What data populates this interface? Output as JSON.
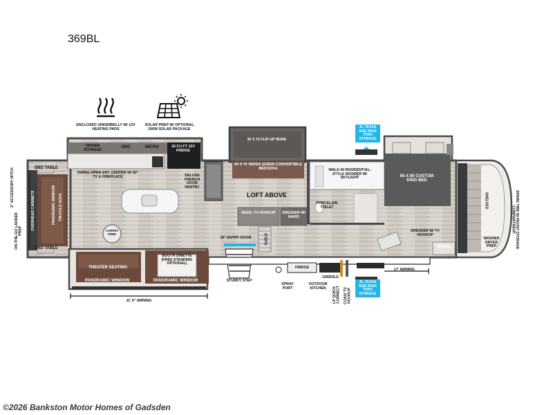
{
  "model": "369BL",
  "copyright": "©2026 Bankston Motor Homes of Gadsden",
  "features": {
    "heating": "ENCLOSED UNDERBELLY W/ 12V HEATING PADS",
    "solar": "SOLAR PREP W/ OPTIONAL 200W SOLAR PACKAGE"
  },
  "icons": {
    "heating": "heat-waves-icon",
    "solar": "solar-panel-icon"
  },
  "labels": {
    "hidden_storage": "HIDDEN STORAGE",
    "ohc": "OHC",
    "micro": "MICRO",
    "fridge16": "16 CU FT 12V FRIDGE",
    "swing_open": "SWING-OPEN ENT. CENTER W/ 50\" TV & FIREPLACE",
    "end_table_top": "END TABLE",
    "end_table_bottom": "END TABLE",
    "panoramic_window_left": "PANORAMIC WINDOW",
    "tri_fold_sofa": "TRI-FOLD SOFA",
    "overhead_cabinets": "OVERHEAD CABINETS",
    "accessory_hitch": "2\" ACCESSORY HITCH",
    "on_the_go": "ON-THE-GO LADDER PREP",
    "carpet_free": "CARPET FREE",
    "theater_seating": "THEATER SEATING",
    "panoramic_window_bottom1": "PANORAMIC WINDOW",
    "panoramic_window_bottom2": "PANORAMIC WINDOW",
    "booth_dinette": "BOOTH DINETTE (FREE STANDING OPTIONAL)",
    "awning_left": "11' 6\" AWNING",
    "deluxe_pantry": "DELUXE FRENCH DOOR PANTRY",
    "flip_up_bunk": "30 X 74 FLIP-UP BUNK",
    "versa_queen": "60 X 74 VERSA QUEEN CONVERTIBLE BED/SOFA",
    "loft_above": "LOFT ABOVE",
    "desk": "DESK, TV HOOKUP",
    "dresser_ward": "DRESSER W/ WARD",
    "steps": "STEPS",
    "entry_door": "30\" ENTRY DOOR",
    "sturdy_step": "STURDY STEP",
    "fridge_outdoor": "FRIDGE",
    "spray_port": "SPRAY PORT",
    "outdoor_kitchen": "OUTDOOR KITCHEN",
    "griddle": "GRIDDLE",
    "lp_quick": "LP QUICK CONNECT",
    "coax": "COAX/ TV HOOKUP",
    "xl_pass_top": "XL TEXAS SIZE PASS THRU STORAGE",
    "xl_pass_bottom": "XL TEXAS SIZE PASS THRU STORAGE",
    "walk_in_shower": "WALK-IN RESIDENTIAL-STYLE SHOWER W/ SKYLIGHT",
    "porcelain_toilet": "PORCELAIN TOILET",
    "king_bed": "66 X 80 CUSTOM KING BED",
    "dresser_tv": "DRESSER W/ TV HOOKUP",
    "awning_right": "17' AWNING",
    "bench": "BENCH",
    "washer_dryer": "WASHER DRYER PREP",
    "shelves": "SHELVES",
    "spare_tire": "SPARE TIRE IN FRONT STORAGE COMPARTMENT"
  },
  "colors": {
    "floor": "#cfcac3",
    "wall": "#4a4a4a",
    "brown_sofa": "#6b4a3c",
    "accent_blue": "#1fb6e8",
    "dark_counter": "#2b2b2b",
    "bed_grey": "#5a5a5a"
  }
}
